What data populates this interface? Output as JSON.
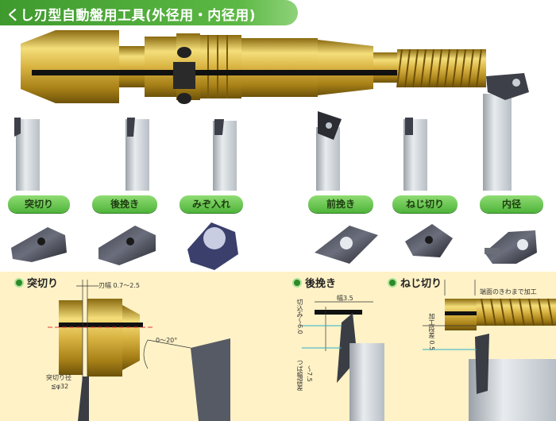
{
  "title": "くし刃型自動盤用工具(外径用・内径用)",
  "tools": [
    {
      "label": "突切り"
    },
    {
      "label": "後挽き"
    },
    {
      "label": "みぞ入れ"
    },
    {
      "label": "前挽き"
    },
    {
      "label": "ねじ切り"
    },
    {
      "label": "内径"
    }
  ],
  "sections": {
    "cutoff": {
      "heading": "突切り",
      "blade_width": "刃幅 0.7～2.5",
      "angle": "0～20°",
      "diameter_label": "突切り径",
      "diameter_value": "≦φ32"
    },
    "backturn": {
      "heading": "後挽き",
      "width": "幅3.5",
      "depth": "切込み～6.0",
      "tolerance_label": "つば幅誤差",
      "tolerance_value": "～7.5"
    },
    "threading": {
      "heading": "ねじ切り",
      "note": "端面のきわまで加工",
      "step": "加工段差 0.5"
    }
  },
  "colors": {
    "title_green": "#4aa836",
    "pill_green": "#5cc244",
    "gold": "#c9a227",
    "lower_bg": "#fff2c6",
    "black_band": "#111111"
  }
}
